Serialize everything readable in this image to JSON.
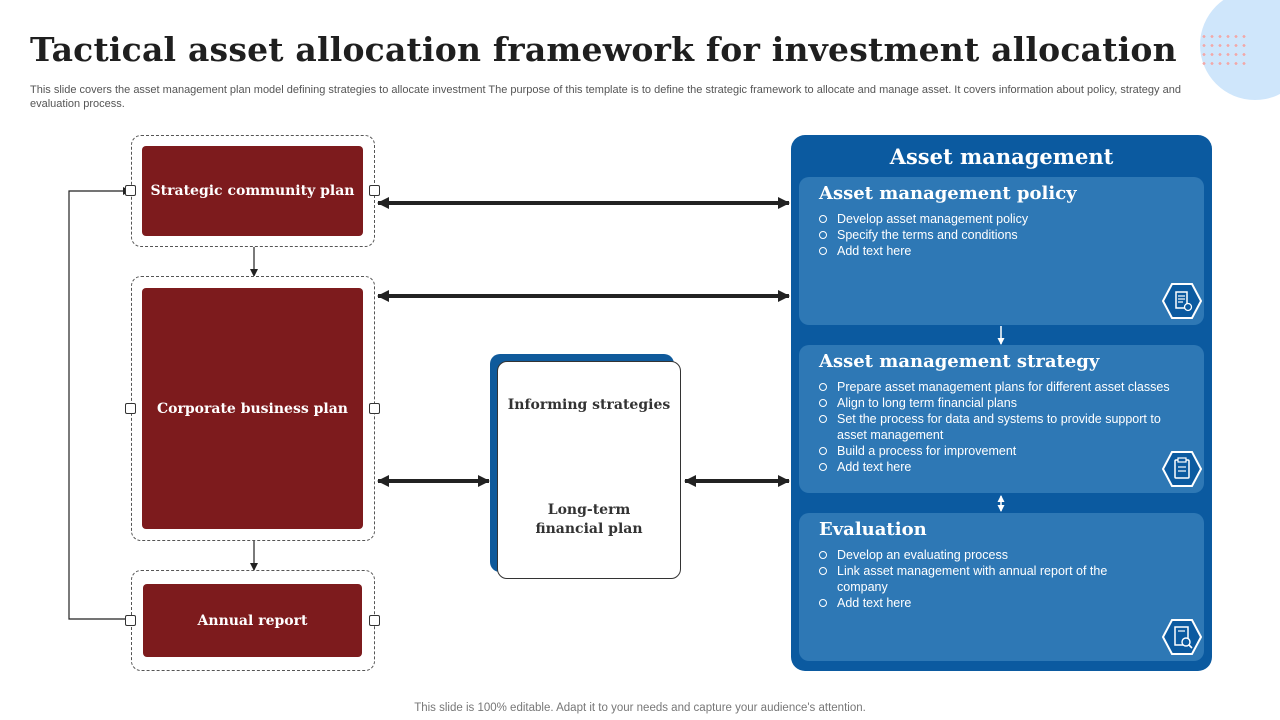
{
  "title": "Tactical asset allocation framework for investment allocation",
  "subtitle": "This slide covers the asset management plan model defining strategies to allocate investment The purpose of this template is to define the strategic framework to allocate and manage asset. It covers information about policy, strategy and evaluation process.",
  "left_column": {
    "box1": "Strategic community plan",
    "box2": "Corporate business plan",
    "box3": "Annual report"
  },
  "middle": {
    "top_label": "Informing strategies",
    "bottom_label": "Long-term financial plan"
  },
  "asset_management": {
    "title": "Asset management",
    "cards": [
      {
        "title": "Asset management policy",
        "icon": "document-settings-icon",
        "items": [
          "Develop asset management policy",
          "Specify the terms and conditions",
          "Add text here"
        ]
      },
      {
        "title": "Asset management strategy",
        "icon": "clipboard-icon",
        "items": [
          "Prepare asset management plans for different asset classes",
          "Align to long term financial plans",
          "Set the process for data and systems to provide support to asset management",
          "Build a process for improvement",
          "Add text here"
        ]
      },
      {
        "title": "Evaluation",
        "icon": "report-search-icon",
        "items": [
          "Develop an evaluating process",
          "Link asset management with annual report of the company",
          "Add text here"
        ]
      }
    ]
  },
  "colors": {
    "accent_red": "#7d1b1d",
    "panel_blue": "#0b5aa0",
    "card_blue": "#2e78b5"
  },
  "footer": "This slide is 100% editable. Adapt it to your needs and capture your audience's attention."
}
